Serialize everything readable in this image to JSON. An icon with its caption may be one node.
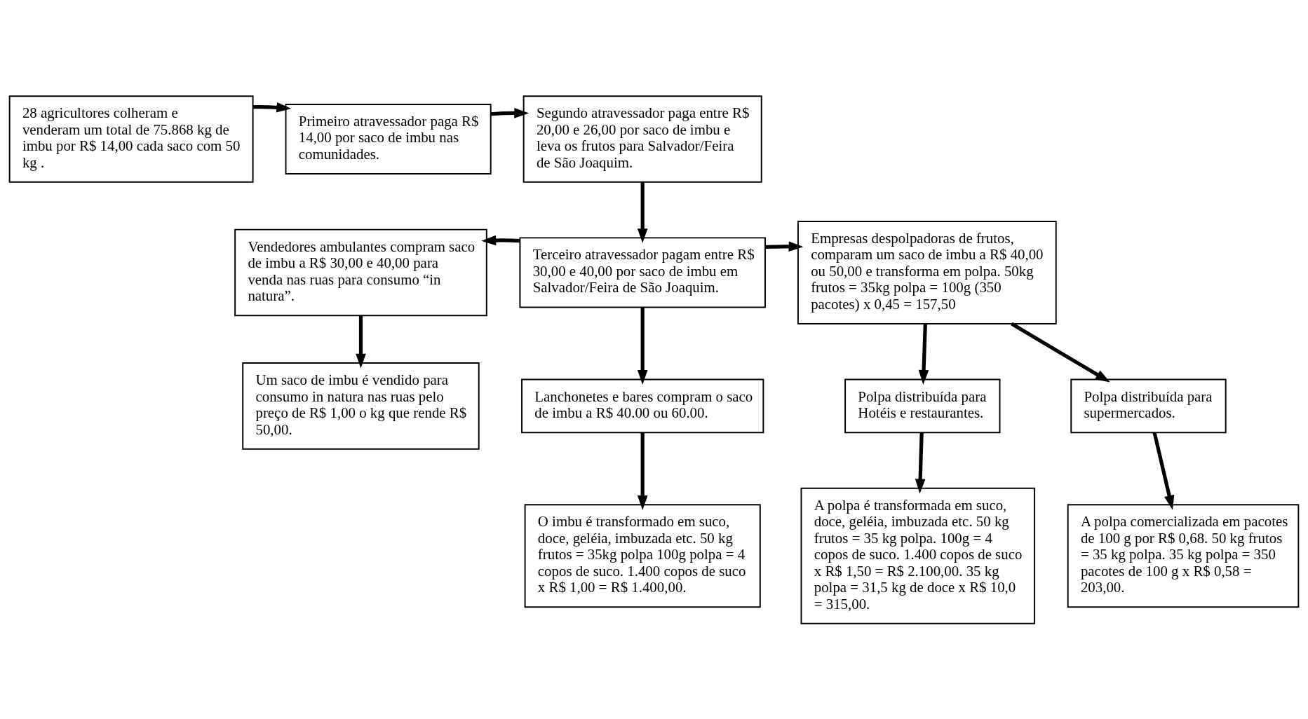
{
  "diagram": {
    "nodes": [
      {
        "text": [
          "28 agricultores colheram e venderam um total de 75.868 kg de imbu por R$ 14,00 cada saco com 50 kg ."
        ]
      },
      {
        "text": [
          "Primeiro atravessador paga R$ 14,00 por saco de imbu nas comunidades."
        ]
      },
      {
        "text": [
          "Segundo atravessador paga entre R$ 20,00 e 26,00 por saco de imbu e leva os frutos para Salvador/Feira de São Joaquim."
        ]
      },
      {
        "text": [
          "Vendedores ambulantes compram saco de imbu a R$ 30,00 e 40,00 para venda nas ruas para consumo “in natura”."
        ]
      },
      {
        "text": [
          "Terceiro atravessador pagam entre R$ 30,00 e 40,00 por saco de imbu em Salvador/Feira de São Joaquim."
        ]
      },
      {
        "text": [
          "Empresas despolpadoras de frutos, comparam um saco de imbu a R$ 40,00 ou 50,00 e transforma em polpa. 50kg frutos = 35kg polpa = 100g (350 pacotes) x 0,45 = 157,50"
        ]
      },
      {
        "text": [
          "Um saco de imbu é vendido para consumo in natura nas ruas pelo preço de R$ 1,00 o kg que rende R$ 50,00."
        ]
      },
      {
        "text": [
          "Lanchonetes e bares compram o saco de imbu a R$ 40.00 ou 60.00."
        ]
      },
      {
        "text": [
          "Polpa distribuída para Hotéis e restaurantes."
        ]
      },
      {
        "text": [
          "Polpa distribuída para supermercados."
        ]
      },
      {
        "text": [
          "O imbu é transformado em suco, doce, geléia, imbuzada etc. 50 kg frutos = 35kg polpa 100g polpa = 4 copos de suco. 1.400 copos de suco x R$ 1,00 = R$ 1.400,00."
        ]
      },
      {
        "text": [
          "A polpa é transformada em suco, doce, geléia, imbuzada etc. 50 kg frutos = 35 kg polpa. 100g = 4 copos de suco. 1.400 copos de suco x R$ 1,50 = R$ 2.100,00. 35 kg polpa = 31,5 kg de doce x R$ 10,0 = 315,00."
        ]
      },
      {
        "text": [
          "A polpa comercializada em pacotes de 100 g por R$ 0,68. 50 kg frutos = 35 kg polpa. 35 kg polpa = 350 pacotes de 100 g x R$ 0,58 = 203,00."
        ]
      }
    ],
    "edges": [
      {
        "from": 0,
        "to": 1,
        "arrow": "to"
      },
      {
        "from": 1,
        "to": 2,
        "arrow": "to"
      },
      {
        "from": 2,
        "to": 4,
        "arrow": "to"
      },
      {
        "from": 4,
        "to": 3,
        "arrow": "to"
      },
      {
        "from": 4,
        "to": 5,
        "arrow": "to"
      },
      {
        "from": 3,
        "to": 6,
        "arrow": "to"
      },
      {
        "from": 4,
        "to": 7,
        "arrow": "to"
      },
      {
        "from": 5,
        "to": 8,
        "arrow": "to"
      },
      {
        "from": 5,
        "to": 9,
        "arrow": "to"
      },
      {
        "from": 7,
        "to": 10,
        "arrow": "to"
      },
      {
        "from": 8,
        "to": 11,
        "arrow": "to"
      },
      {
        "from": 9,
        "to": 12,
        "arrow": "to"
      }
    ]
  }
}
